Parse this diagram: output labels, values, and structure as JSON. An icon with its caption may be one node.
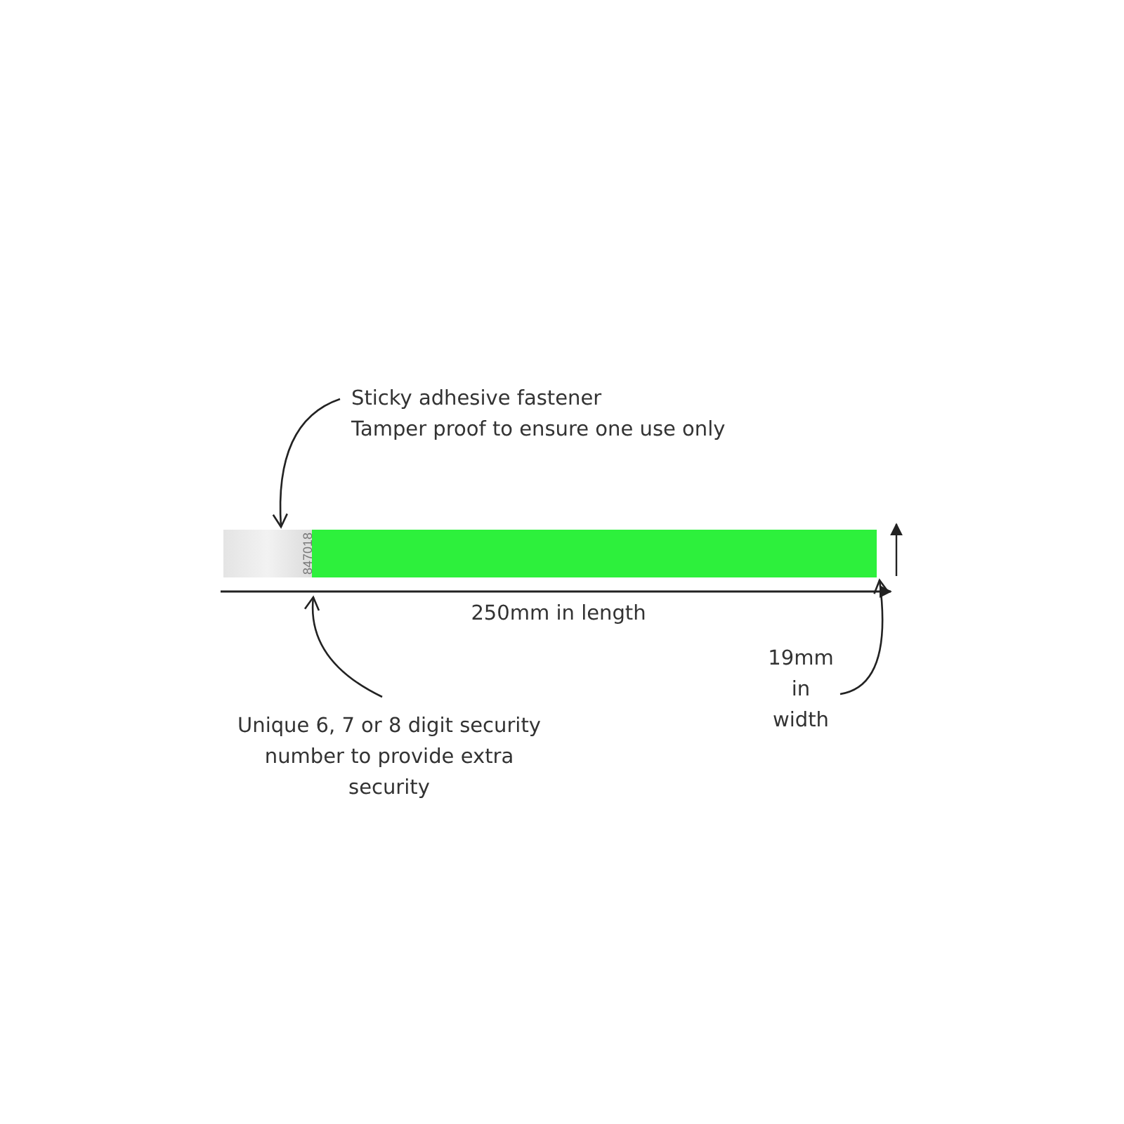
{
  "diagram": {
    "nodes": [
      {
        "text": [
          "Sticky adhesive fastener",
          "Tamper proof to ensure one use only"
        ]
      },
      {
        "text": [],
        "shape": "box"
      },
      {
        "text": [
          "847018"
        ],
        "in": 1
      },
      {
        "text": [],
        "shape": "bar"
      },
      {
        "text": [
          "Unique 6, 7 or 8 digit security number to provide extra security"
        ]
      },
      {
        "text": [
          "19mm in width"
        ]
      }
    ],
    "edges": [
      {
        "from": 0,
        "to": 1,
        "arrow": "to"
      },
      {
        "from": 4,
        "to": 2,
        "arrow": "to"
      },
      {
        "from": 5,
        "to": 3,
        "arrow": "to"
      }
    ],
    "labels": [
      "250mm in length"
    ]
  }
}
